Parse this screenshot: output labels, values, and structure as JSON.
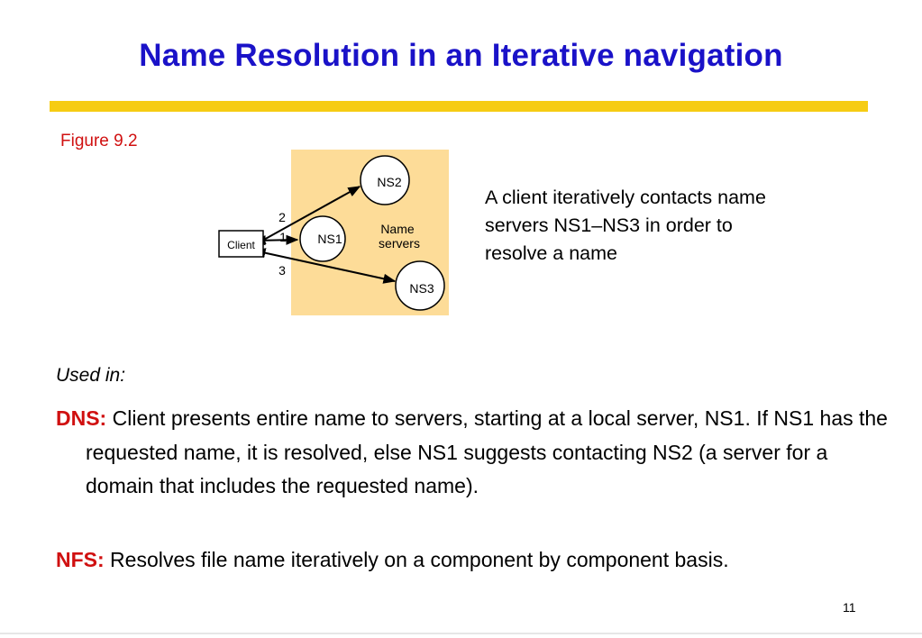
{
  "slide": {
    "title": "Name Resolution in an Iterative navigation",
    "figure_label": "Figure 9.2",
    "page_number": "11"
  },
  "diagram": {
    "client": "Client",
    "ns1": "NS1",
    "ns2": "NS2",
    "ns3": "NS3",
    "group_label_line1": "Name",
    "group_label_line2": "servers",
    "arrow1": "1",
    "arrow2": "2",
    "arrow3": "3"
  },
  "caption": "A client iteratively contacts name servers NS1–NS3 in order to resolve a name",
  "body": {
    "used_in": "Used in:",
    "dns_keyword": "DNS:",
    "dns_text": " Client presents entire name to servers, starting at a local server, NS1. If NS1 has the requested name, it is resolved, else NS1 suggests contacting NS2 (a server for a domain that includes the requested name).",
    "nfs_keyword": "NFS:",
    "nfs_text": " Resolves file name iteratively on a component by component basis."
  },
  "colors": {
    "title": "#1a12c8",
    "accent_bar": "#f6cc13",
    "keyword_red": "#d01010",
    "server_region": "#fddc98"
  }
}
